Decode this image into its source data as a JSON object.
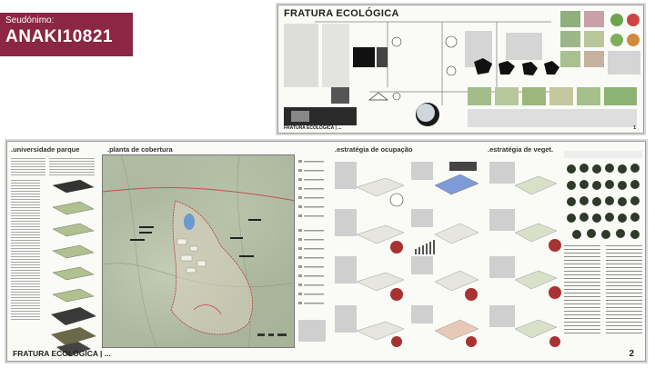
{
  "label": {
    "line1": "Seudónimo:",
    "line2": "ANAKI10821"
  },
  "board1": {
    "title": "FRATURA ECOLÓGICA",
    "footer": "FRATURA ECOLÓGICA | ...",
    "page": "1"
  },
  "board2": {
    "footer": "FRATURA ECOLÓGICA | ...",
    "page": "2",
    "sections": [
      ".universidade parque",
      ".planta de cobertura",
      ".estratégia de ocupação",
      ".estratégia de veget."
    ]
  }
}
